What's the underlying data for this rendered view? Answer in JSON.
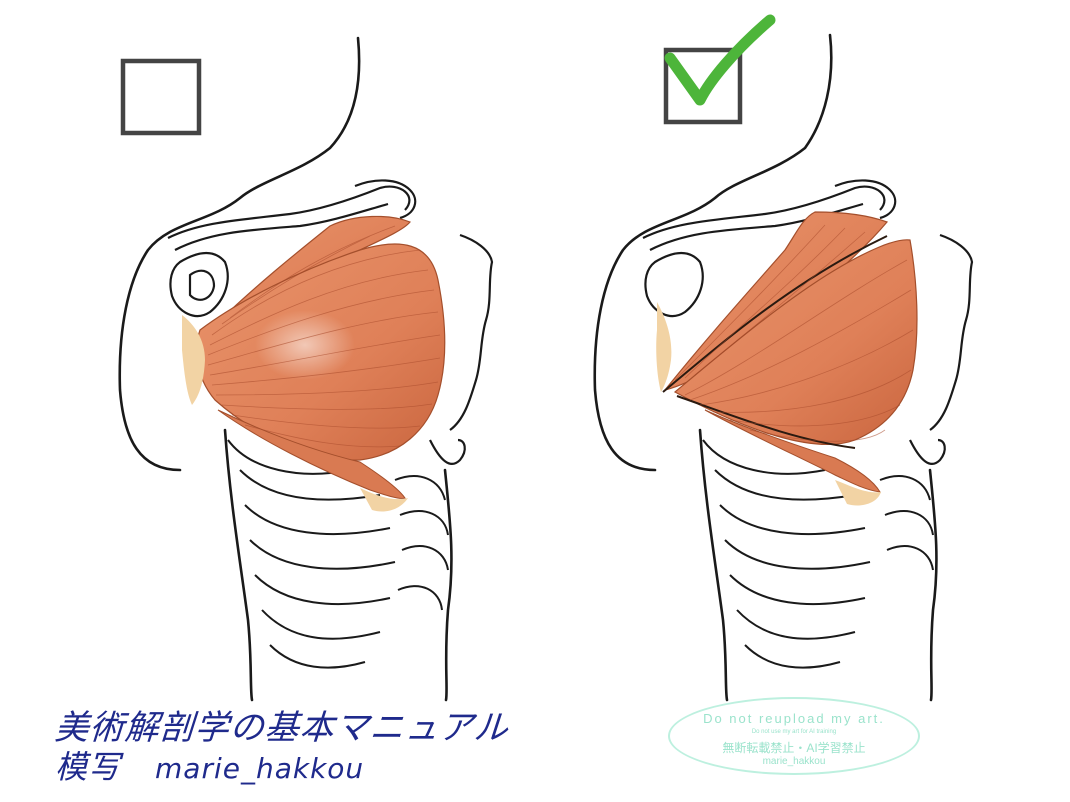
{
  "panels": [
    {
      "id": "left",
      "checkbox_checked": false
    },
    {
      "id": "right",
      "checkbox_checked": true
    }
  ],
  "caption": {
    "line1": "美術解剖学の基本マニュアル",
    "line2_prefix": "模写",
    "line2_handle": "marie_hakkou"
  },
  "watermark": {
    "line1": "Do not reupload my art.",
    "line2": "Do not use my art for AI training",
    "line3": "無断転載禁止・AI学習禁止",
    "line4": "marie_hakkou"
  },
  "colors": {
    "line_art": "#1a1a1a",
    "muscle": "#e2875f",
    "muscle_shadow": "#b8532f",
    "tendon": "#f2d3a4",
    "checkbox_border": "#444444",
    "checkmark": "#4db53a",
    "caption_ink": "#1f2a8c",
    "watermark": "#9be3cc"
  }
}
